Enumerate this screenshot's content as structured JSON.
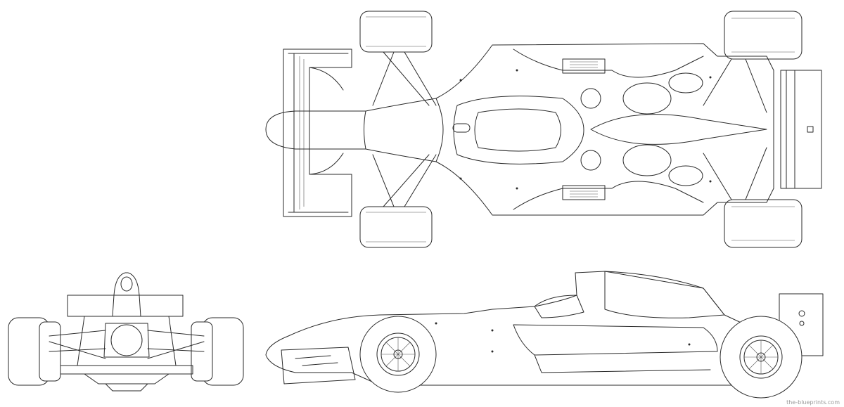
{
  "watermark": "the-blueprints.com",
  "views": {
    "top": "top view",
    "front": "front view",
    "side": "side view"
  }
}
